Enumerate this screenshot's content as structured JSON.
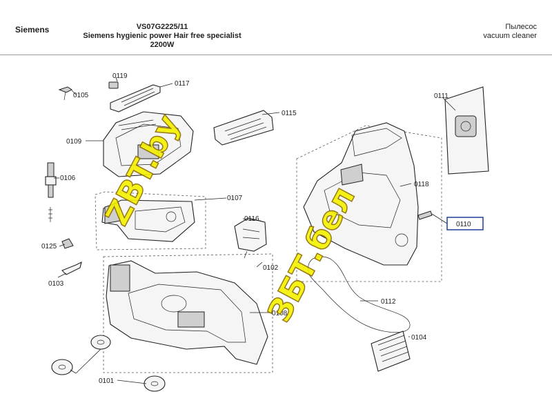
{
  "header": {
    "brand": "Siemens",
    "model": "VS07G2225/11",
    "description": "Siemens hygienic power Hair free specialist",
    "power": "2200W",
    "category_ru": "Пылесос",
    "category_en": "vacuum cleaner"
  },
  "parts": {
    "p0101": "0101",
    "p0102": "0102",
    "p0103": "0103",
    "p0104": "0104",
    "p0105": "0105",
    "p0106": "0106",
    "p0107": "0107",
    "p0108": "0108",
    "p0109": "0109",
    "p0110": "0110",
    "p0111": "0111",
    "p0112": "0112",
    "p0115": "0115",
    "p0116": "0116",
    "p0117": "0117",
    "p0118": "0118",
    "p0119": "0119",
    "p0125": "0125"
  },
  "highlighted_part": "0110",
  "watermarks": [
    "ZBT.by",
    "ЗБТ.бел"
  ],
  "colors": {
    "highlight_border": "#1f3f9a",
    "watermark_fill": "#f4f100"
  }
}
